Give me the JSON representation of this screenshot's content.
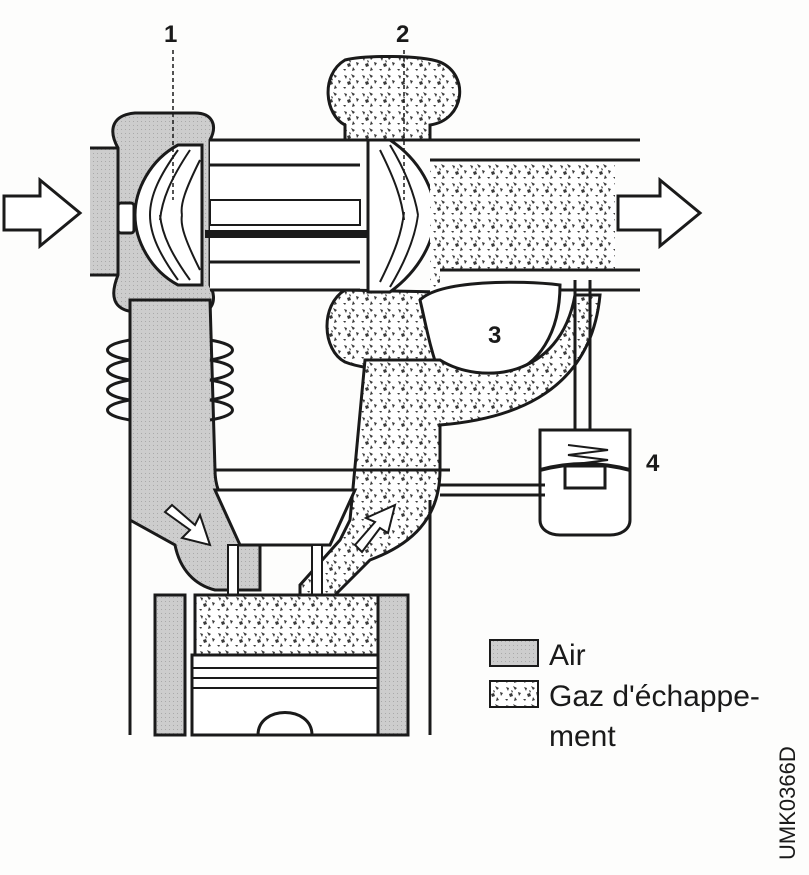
{
  "callouts": {
    "c1": "1",
    "c2": "2",
    "c3": "3",
    "c4": "4"
  },
  "legend": {
    "air_label": "Air",
    "exhaust_label_line1": "Gaz d'échappe-",
    "exhaust_label_line2": "ment"
  },
  "figure_code": "UMK0366D",
  "colors": {
    "air_fill": "#c8c8c8",
    "exhaust_base": "#ffffff",
    "exhaust_speckle": "#3a3a3a",
    "line": "#1a1a1a"
  }
}
